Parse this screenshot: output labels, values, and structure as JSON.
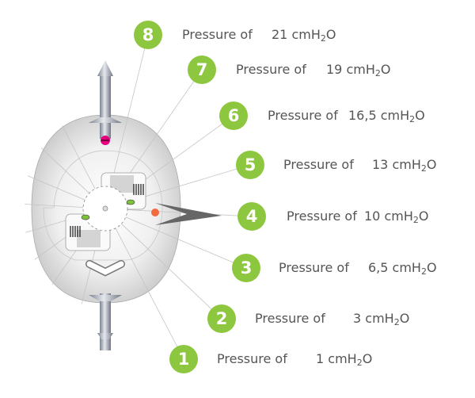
{
  "accent_color": "#8dc63f",
  "items": [
    {
      "number": "1",
      "label": "Pressure of",
      "value": "1",
      "unit": "cmH",
      "unit_sub": "2",
      "unit_suffix": "O"
    },
    {
      "number": "2",
      "label": "Pressure of",
      "value": "3",
      "unit": "cmH",
      "unit_sub": "2",
      "unit_suffix": "O"
    },
    {
      "number": "3",
      "label": "Pressure of",
      "value": "6,5",
      "unit": "cmH",
      "unit_sub": "2",
      "unit_suffix": "O"
    },
    {
      "number": "4",
      "label": "Pressure of",
      "value": "10",
      "unit": "cmH",
      "unit_sub": "2",
      "unit_suffix": "O"
    },
    {
      "number": "5",
      "label": "Pressure of",
      "value": "13",
      "unit": "cmH",
      "unit_sub": "2",
      "unit_suffix": "O"
    },
    {
      "number": "6",
      "label": "Pressure of",
      "value": "16,5",
      "unit": "cmH",
      "unit_sub": "2",
      "unit_suffix": "O"
    },
    {
      "number": "7",
      "label": "Pressure of",
      "value": "19",
      "unit": "cmH",
      "unit_sub": "2",
      "unit_suffix": "O"
    },
    {
      "number": "8",
      "label": "Pressure of",
      "value": "21",
      "unit": "cmH",
      "unit_sub": "2",
      "unit_suffix": "O"
    }
  ]
}
